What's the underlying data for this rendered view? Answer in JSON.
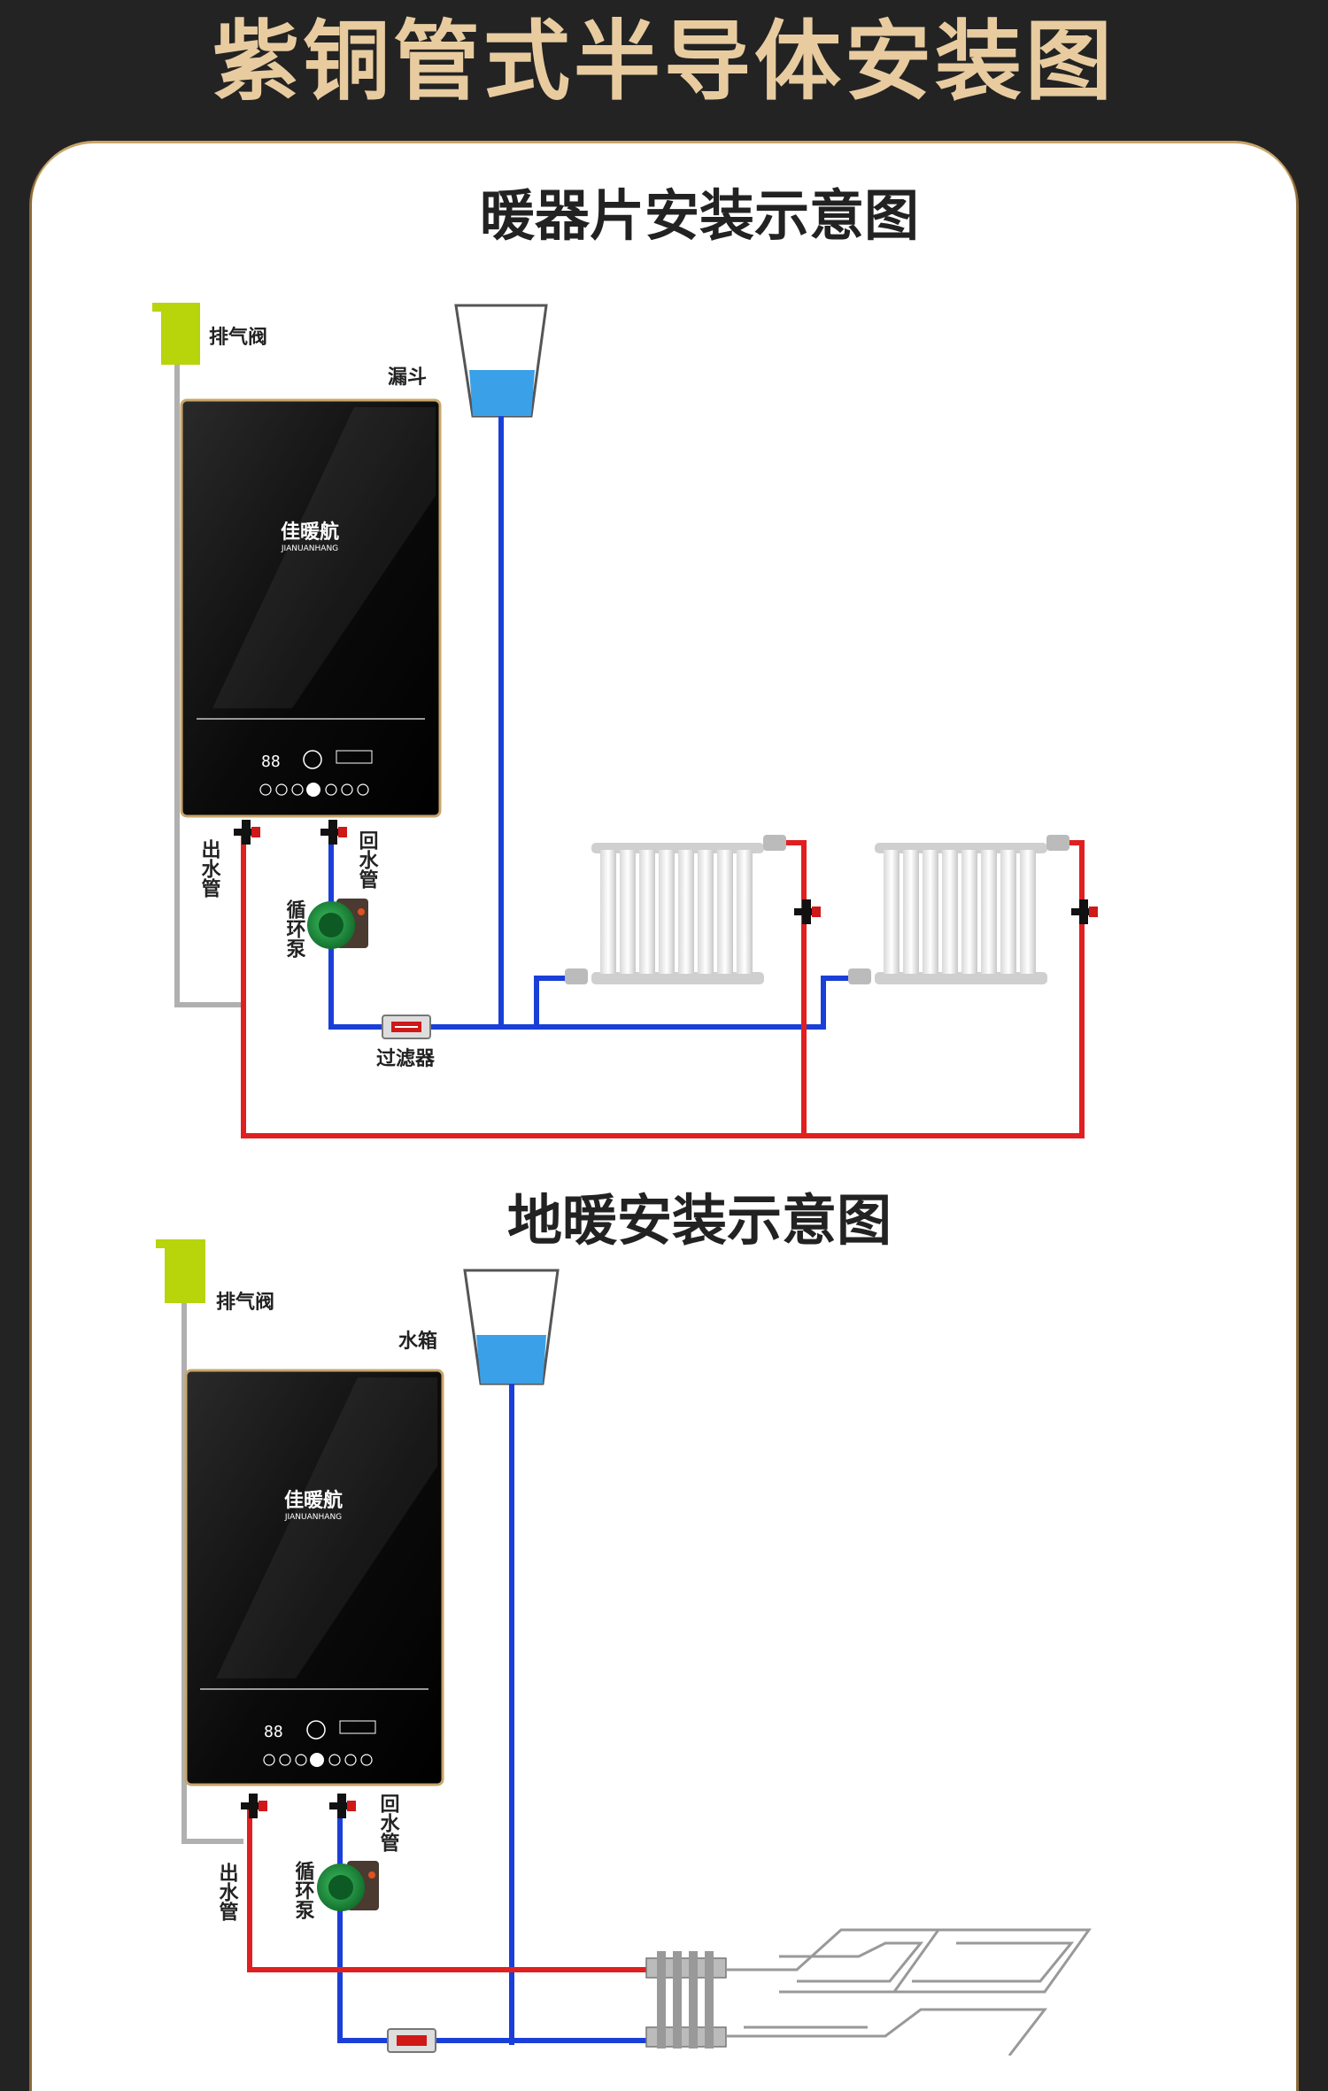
{
  "page_title": "紫铜管式半导体安装图",
  "radiator_section": {
    "heading": "暖器片安装示意图",
    "labels": {
      "vent_valve": "排气阀",
      "funnel": "漏斗",
      "outlet_pipe": "出水管",
      "return_pipe": "回水管",
      "pump": "循环泵",
      "filter": "过滤器"
    }
  },
  "floor_section": {
    "heading": "地暖安装示意图",
    "labels": {
      "vent_valve": "排气阀",
      "tank": "水箱",
      "outlet_pipe": "出水管",
      "return_pipe": "回水管",
      "pump": "循环泵"
    }
  },
  "boiler": {
    "brand": "佳暖航",
    "brand_latin": "JIANUANHANG",
    "display_value": "88"
  },
  "colors": {
    "hot_pipe": "#e02020",
    "cold_pipe": "#1a3fd8",
    "vent_pipe": "#b0b0b0",
    "vent_valve": "#b8d40a",
    "water": "#3aa0e8",
    "pump": "#1f8a3a",
    "title_gold": "#e8cca0"
  }
}
